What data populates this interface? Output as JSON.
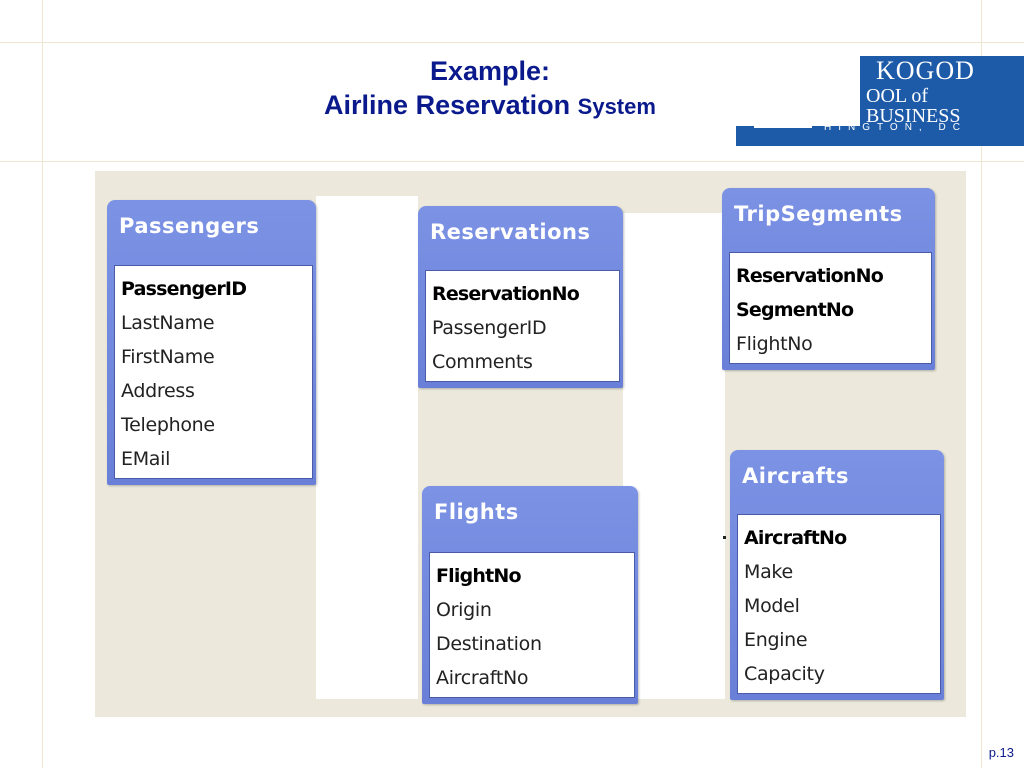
{
  "slide": {
    "title_line1": "Example:",
    "title_line2_main": "Airline Reservation",
    "title_line2_small": "System",
    "page_number": "p.13"
  },
  "logo": {
    "name_line1": "KOGOD",
    "name_line2": "OOL of BUSINESS",
    "city": "HINGTON, DC"
  },
  "tables": [
    {
      "id": "passengers",
      "title": "Passengers",
      "fields": [
        {
          "name": "PassengerID",
          "key": true
        },
        {
          "name": "LastName",
          "key": false
        },
        {
          "name": "FirstName",
          "key": false
        },
        {
          "name": "Address",
          "key": false
        },
        {
          "name": "Telephone",
          "key": false
        },
        {
          "name": "EMail",
          "key": false
        }
      ]
    },
    {
      "id": "reservations",
      "title": "Reservations",
      "fields": [
        {
          "name": "ReservationNo",
          "key": true
        },
        {
          "name": "PassengerID",
          "key": false
        },
        {
          "name": "Comments",
          "key": false
        }
      ]
    },
    {
      "id": "tripsegments",
      "title": "TripSegments",
      "fields": [
        {
          "name": "ReservationNo",
          "key": true
        },
        {
          "name": "SegmentNo",
          "key": true
        },
        {
          "name": "FlightNo",
          "key": false
        }
      ]
    },
    {
      "id": "flights",
      "title": "Flights",
      "fields": [
        {
          "name": "FlightNo",
          "key": true
        },
        {
          "name": "Origin",
          "key": false
        },
        {
          "name": "Destination",
          "key": false
        },
        {
          "name": "AircraftNo",
          "key": false
        }
      ]
    },
    {
      "id": "aircrafts",
      "title": "Aircrafts",
      "fields": [
        {
          "name": "AircraftNo",
          "key": true
        },
        {
          "name": "Make",
          "key": false
        },
        {
          "name": "Model",
          "key": false
        },
        {
          "name": "Engine",
          "key": false
        },
        {
          "name": "Capacity",
          "key": false
        }
      ]
    }
  ]
}
